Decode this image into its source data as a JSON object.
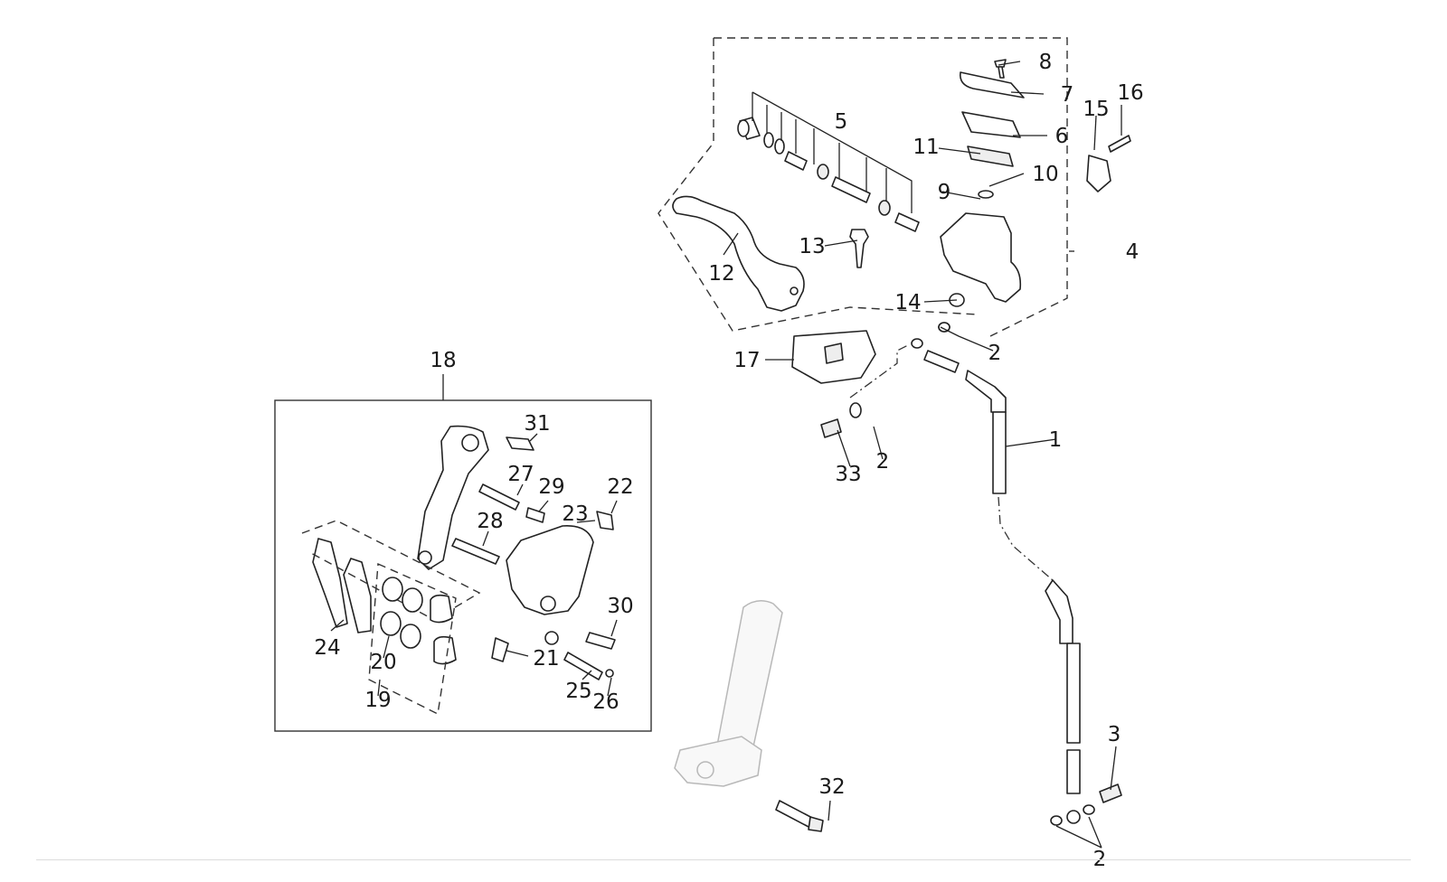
{
  "callouts": {
    "c1": "1",
    "c2a": "2",
    "c2b": "2",
    "c2c": "2",
    "c3": "3",
    "c4": "4",
    "c5": "5",
    "c6": "6",
    "c7": "7",
    "c8": "8",
    "c9": "9",
    "c10": "10",
    "c11": "11",
    "c12": "12",
    "c13": "13",
    "c14": "14",
    "c15": "15",
    "c16": "16",
    "c17": "17",
    "c18": "18",
    "c19": "19",
    "c20": "20",
    "c21": "21",
    "c22": "22",
    "c23": "23",
    "c24": "24",
    "c25": "25",
    "c26": "26",
    "c27": "27",
    "c28": "28",
    "c29": "29",
    "c30": "30",
    "c31": "31",
    "c32": "32",
    "c33": "33"
  }
}
